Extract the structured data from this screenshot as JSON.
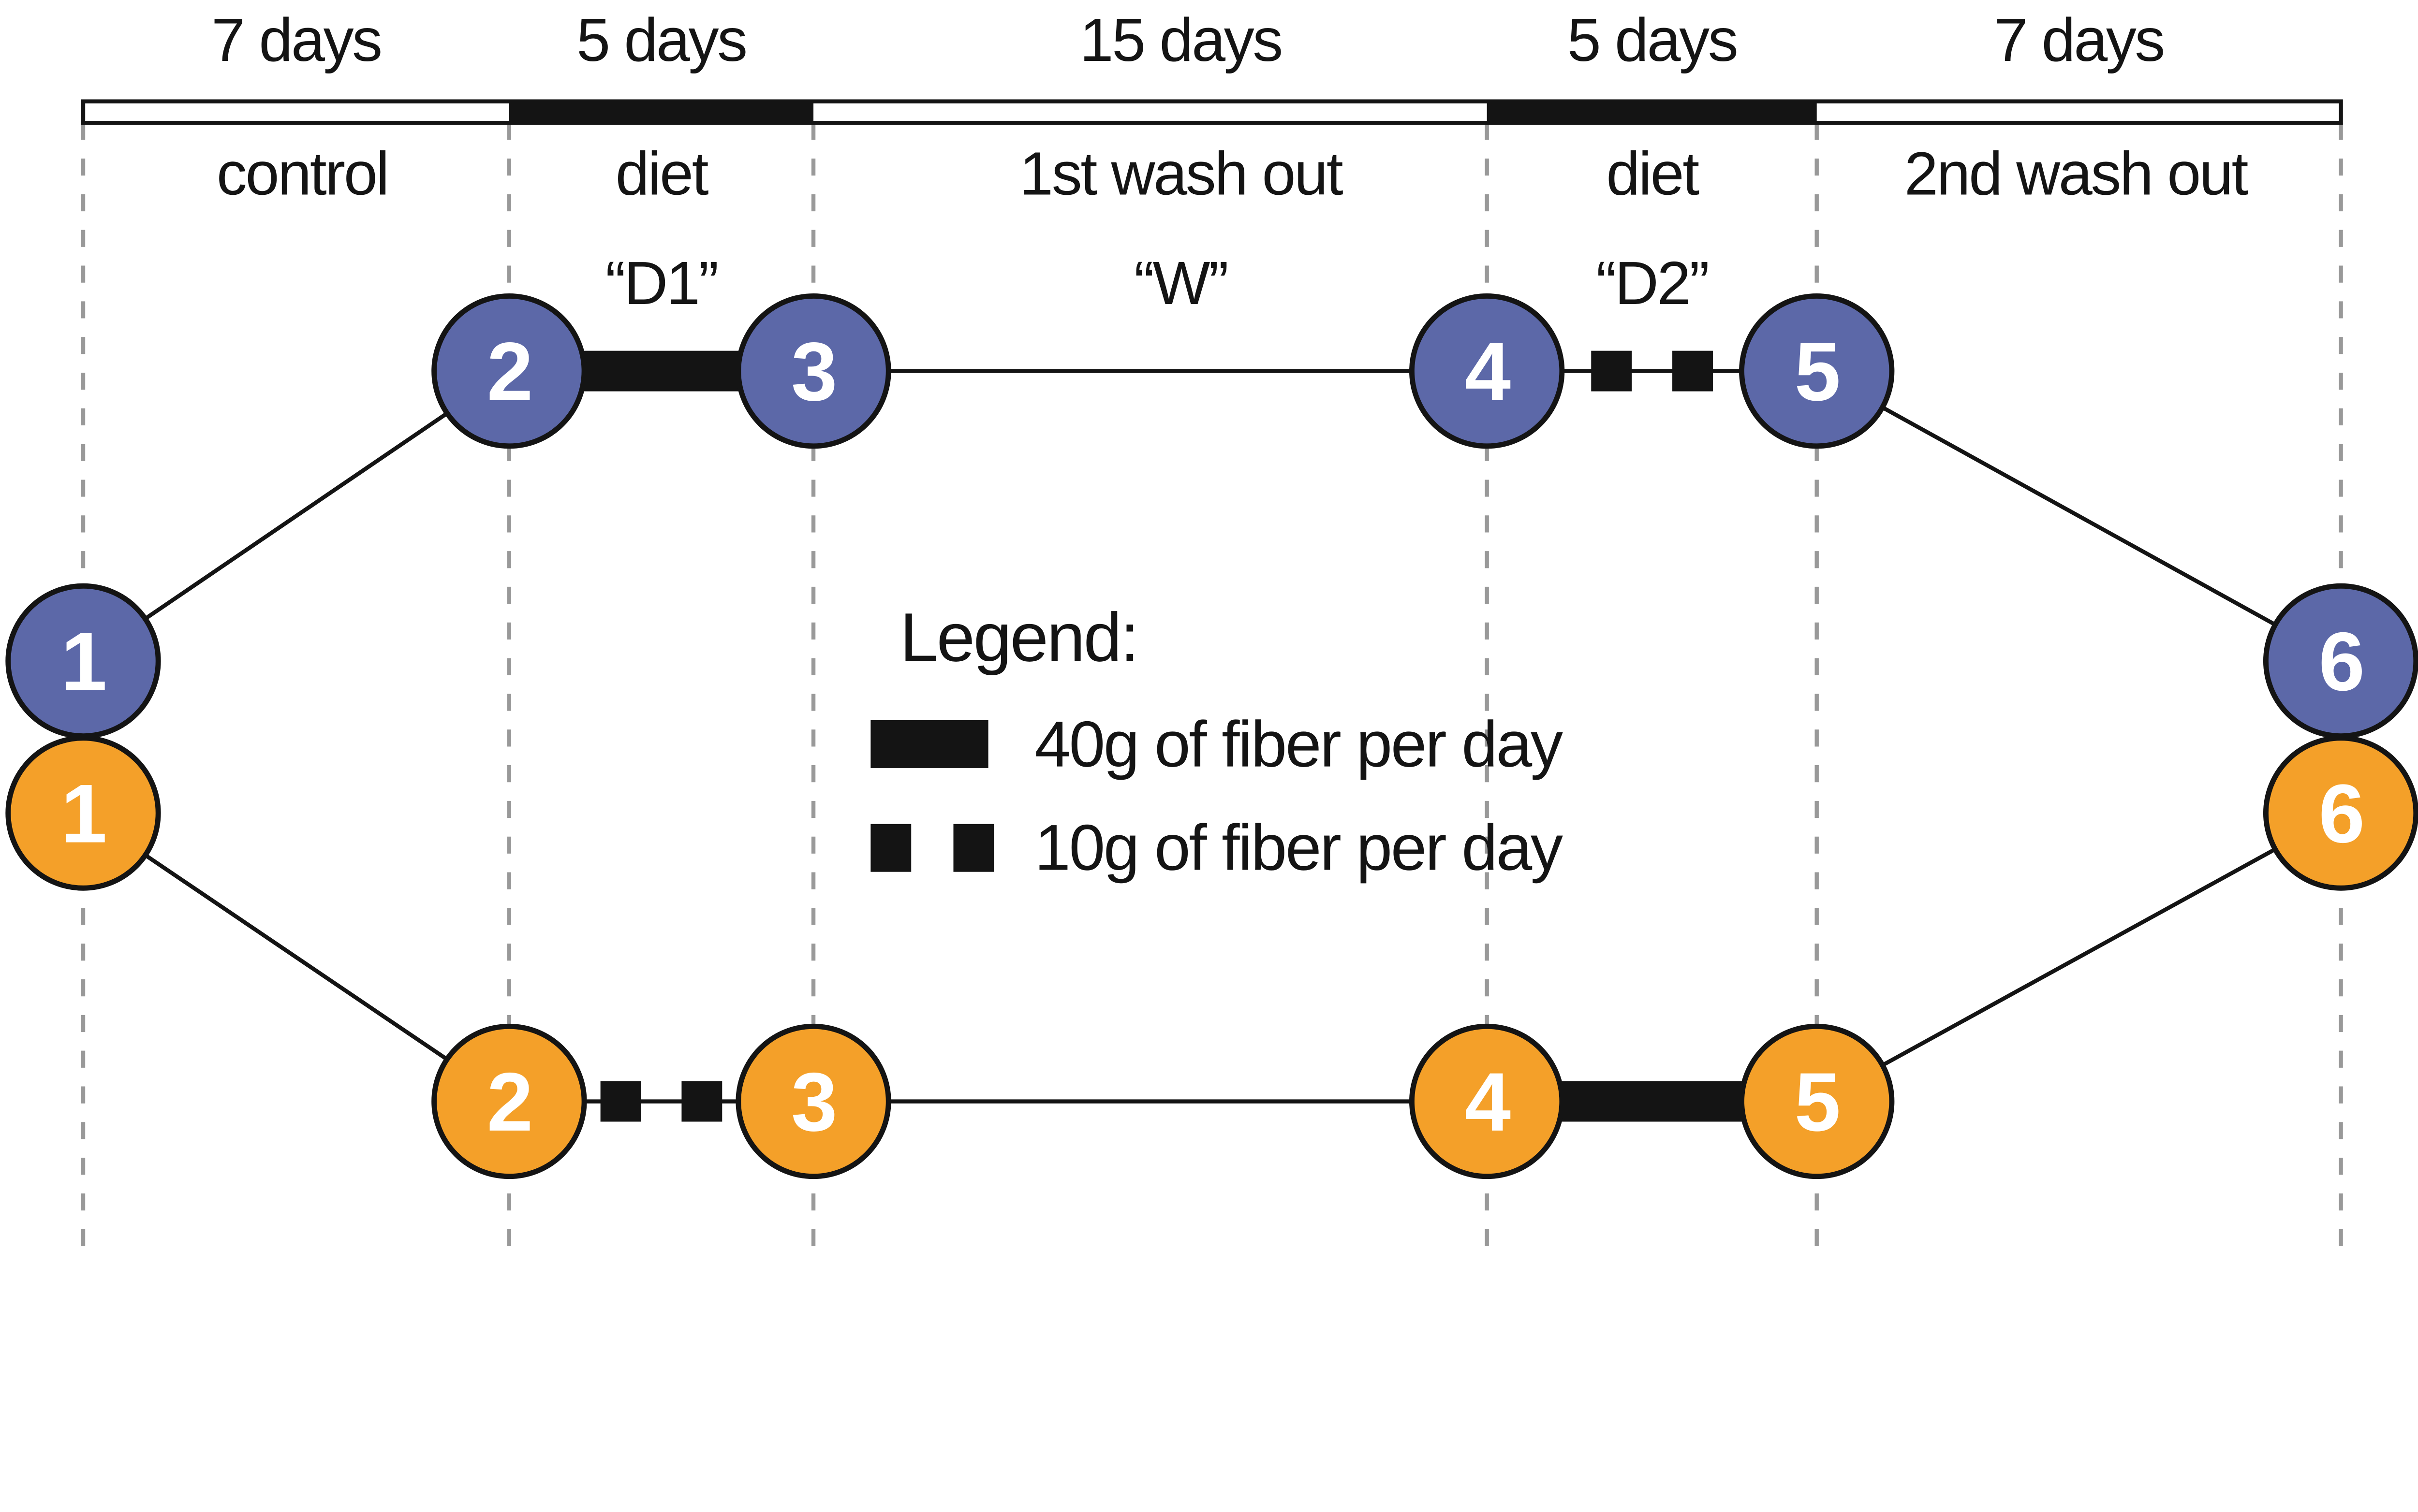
{
  "figure": {
    "description": "crossover dietary fiber study design timeline",
    "background_color": "#FFFFFF",
    "ink_color": "#141414",
    "gridline_color": "#999999"
  },
  "timeline": {
    "phases": [
      {
        "duration": "7 days",
        "label": "control",
        "code": "",
        "bar_style": "white"
      },
      {
        "duration": "5 days",
        "label": "diet",
        "code": "“D1”",
        "bar_style": "black"
      },
      {
        "duration": "15 days",
        "label": "1st wash out",
        "code": "“W”",
        "bar_style": "white"
      },
      {
        "duration": "5 days",
        "label": "diet",
        "code": "“D2”",
        "bar_style": "black"
      },
      {
        "duration": "7 days",
        "label": "2nd wash out",
        "code": "",
        "bar_style": "white"
      }
    ]
  },
  "arms": {
    "blue": {
      "color": "#5C68A8",
      "nodes": [
        "1",
        "2",
        "3",
        "4",
        "5",
        "6"
      ],
      "interventions": [
        {
          "between": [
            "2",
            "3"
          ],
          "phase_code": "D1",
          "glyph": "solid-bar",
          "meaning": "40g of fiber per day"
        },
        {
          "between": [
            "4",
            "5"
          ],
          "phase_code": "D2",
          "glyph": "dashed-squares",
          "meaning": "10g of fiber per day"
        }
      ]
    },
    "orange": {
      "color": "#F4A029",
      "nodes": [
        "1",
        "2",
        "3",
        "4",
        "5",
        "6"
      ],
      "interventions": [
        {
          "between": [
            "2",
            "3"
          ],
          "phase_code": "D1",
          "glyph": "dashed-squares",
          "meaning": "10g of fiber per day"
        },
        {
          "between": [
            "4",
            "5"
          ],
          "phase_code": "D2",
          "glyph": "solid-bar",
          "meaning": "40g of fiber per day"
        }
      ]
    }
  },
  "legend": {
    "title": "Legend:",
    "items": [
      {
        "swatch": "solid-bar",
        "label": "40g of fiber per day"
      },
      {
        "swatch": "dashed-squares",
        "label": "10g of fiber per day"
      }
    ]
  }
}
